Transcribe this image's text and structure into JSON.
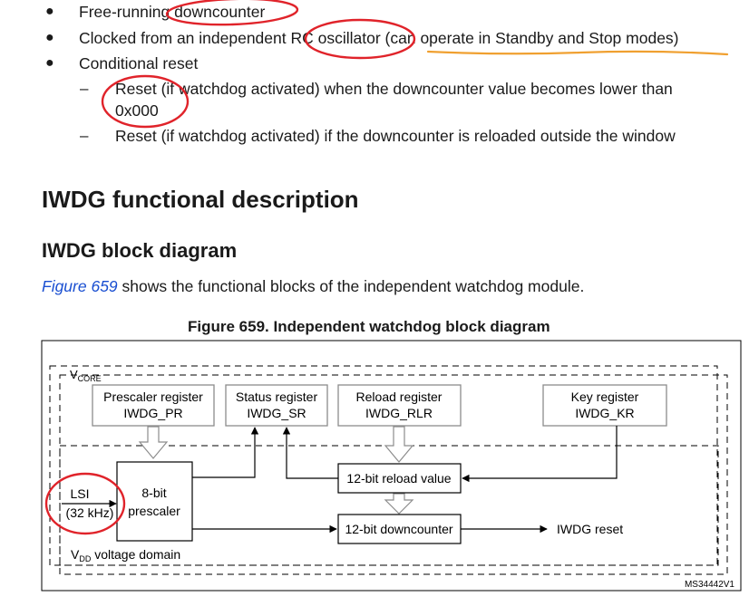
{
  "bullets": {
    "b1": {
      "prefix": "Free-running ",
      "highlight": "downcounter"
    },
    "b2": {
      "prefix": "Clocked from an independent ",
      "highlight": "RC oscillator",
      "suffix": " (can operate in Standby and Stop modes)"
    },
    "b3": {
      "text": "Conditional reset"
    },
    "sub1": {
      "highlight": "Reset",
      "rest": " (if watchdog activated) when the downcounter value becomes lower than",
      "line2": "0x000"
    },
    "sub2": {
      "text": "Reset (if watchdog activated) if the downcounter is reloaded outside the window"
    }
  },
  "headings": {
    "functional": "IWDG functional description",
    "block": "IWDG block diagram"
  },
  "paragraph": {
    "link": "Figure 659",
    "rest": " shows the functional blocks of the independent watchdog module."
  },
  "figure": {
    "title": "Figure 659. Independent watchdog block diagram",
    "vcore_main": "V",
    "vcore_sub": "CORE",
    "prescaler_reg": {
      "line1": "Prescaler register",
      "line2": "IWDG_PR"
    },
    "status_reg": {
      "line1": "Status register",
      "line2": "IWDG_SR"
    },
    "reload_reg": {
      "line1": "Reload register",
      "line2": "IWDG_RLR"
    },
    "key_reg": {
      "line1": "Key register",
      "line2": "IWDG_KR"
    },
    "reload_value": "12-bit reload value",
    "prescaler": {
      "line1": "8-bit",
      "line2": "prescaler"
    },
    "lsi": {
      "line1": "LSI",
      "line2": "(32 kHz)"
    },
    "downcounter": "12-bit downcounter",
    "reset": "IWDG reset",
    "vdd_main": "V",
    "vdd_sub": "DD",
    "vdd_rest": " voltage domain",
    "code": "MS34442V1"
  },
  "colors": {
    "annotation_red": "#e0232a",
    "annotation_orange": "#f0a030",
    "link": "#1a4fd1"
  }
}
